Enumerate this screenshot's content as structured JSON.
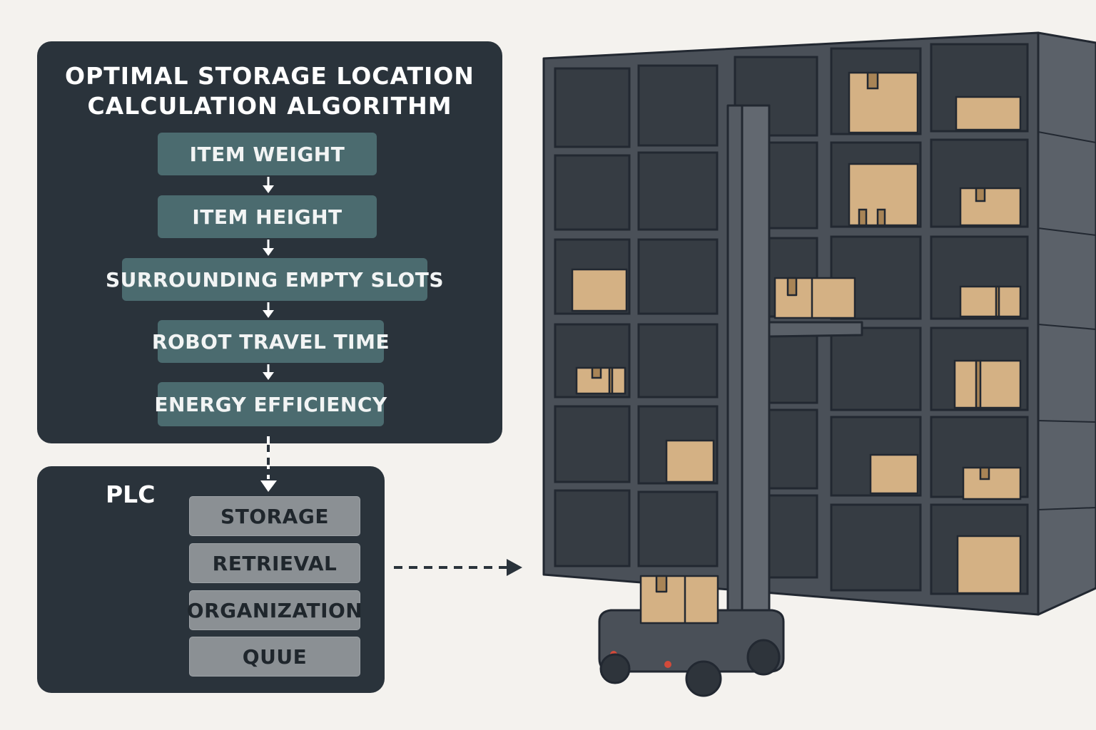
{
  "algorithm": {
    "title_line1": "OPTIMAL STORAGE LOCATION",
    "title_line2": "CALCULATION ALGORITHM",
    "steps": [
      "ITEM WEIGHT",
      "ITEM HEIGHT",
      "SURROUNDING EMPTY SLOTS",
      "ROBOT TRAVEL TIME",
      "ENERGY EFFICIENCY"
    ]
  },
  "plc": {
    "label": "PLC",
    "items": [
      "STORAGE",
      "RETRIEVAL",
      "ORGANIZATION",
      "QUUE"
    ]
  },
  "colors": {
    "panel": "#2a333b",
    "step": "#4b6b6f",
    "plc_item": "#8b9094",
    "rack": "#4a5058",
    "box": "#d4b184",
    "background": "#f4f2ee"
  }
}
